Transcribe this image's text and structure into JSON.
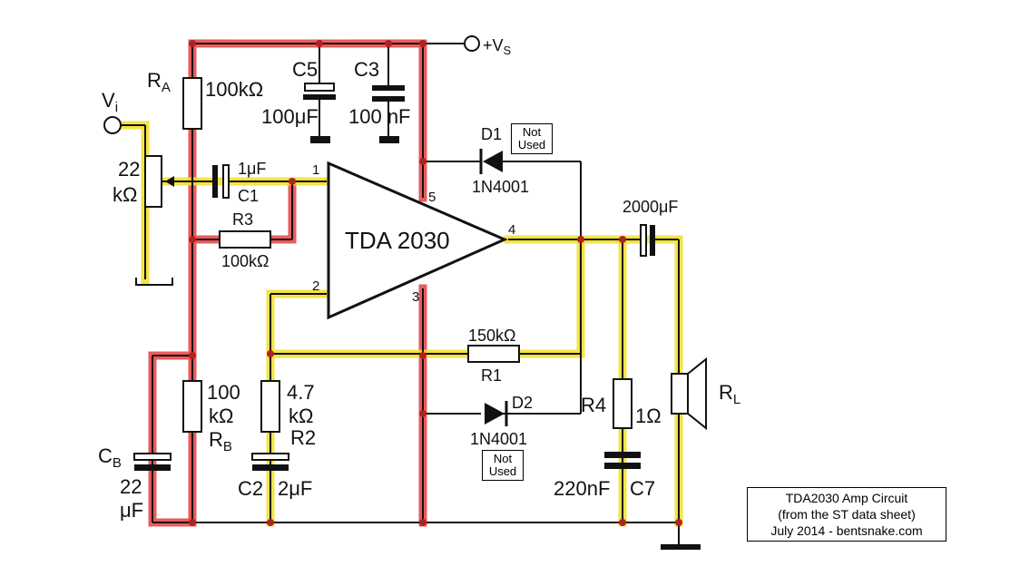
{
  "colors": {
    "supply_highlight": "#e84a4a",
    "signal_highlight": "#f2e030",
    "wire": "#111111",
    "node": "#b22222"
  },
  "terminals": {
    "supply": "+V",
    "supply_sub": "S",
    "input": "V",
    "input_sub": "i"
  },
  "ic": {
    "name": "TDA 2030",
    "pin1": "1",
    "pin2": "2",
    "pin3": "3",
    "pin4": "4",
    "pin5": "5"
  },
  "components": {
    "ra": {
      "name": "R",
      "sub": "A",
      "value": "100kΩ"
    },
    "c5": {
      "name": "C5",
      "value": "100μF"
    },
    "c3": {
      "name": "C3",
      "value": "100 nF"
    },
    "pot": {
      "value_line1": "22",
      "value_line2": "kΩ"
    },
    "c1": {
      "name": "C1",
      "value": "1μF"
    },
    "r3": {
      "name": "R3",
      "value": "100kΩ"
    },
    "d1": {
      "name": "D1",
      "part": "1N4001",
      "note_line1": "Not",
      "note_line2": "Used"
    },
    "d2": {
      "name": "D2",
      "part": "1N4001",
      "note_line1": "Not",
      "note_line2": "Used"
    },
    "cout": {
      "value": "2000μF"
    },
    "r1": {
      "name": "R1",
      "value": "150kΩ"
    },
    "rb": {
      "name": "R",
      "sub": "B",
      "value_line1": "100",
      "value_line2": "kΩ"
    },
    "r2": {
      "name": "R2",
      "value_line1": "4.7",
      "value_line2": "kΩ"
    },
    "cb": {
      "name": "C",
      "sub": "B",
      "value_line1": "22",
      "value_line2": "μF"
    },
    "c2": {
      "name": "C2",
      "value": "2μF"
    },
    "r4": {
      "name": "R4",
      "value": "1Ω"
    },
    "c7": {
      "name": "C7",
      "value": "220nF"
    },
    "rl": {
      "name": "R",
      "sub": "L"
    }
  },
  "caption": {
    "line1": "TDA2030 Amp Circuit",
    "line2": "(from the ST data sheet)",
    "line3": "July 2014 - bentsnake.com"
  }
}
